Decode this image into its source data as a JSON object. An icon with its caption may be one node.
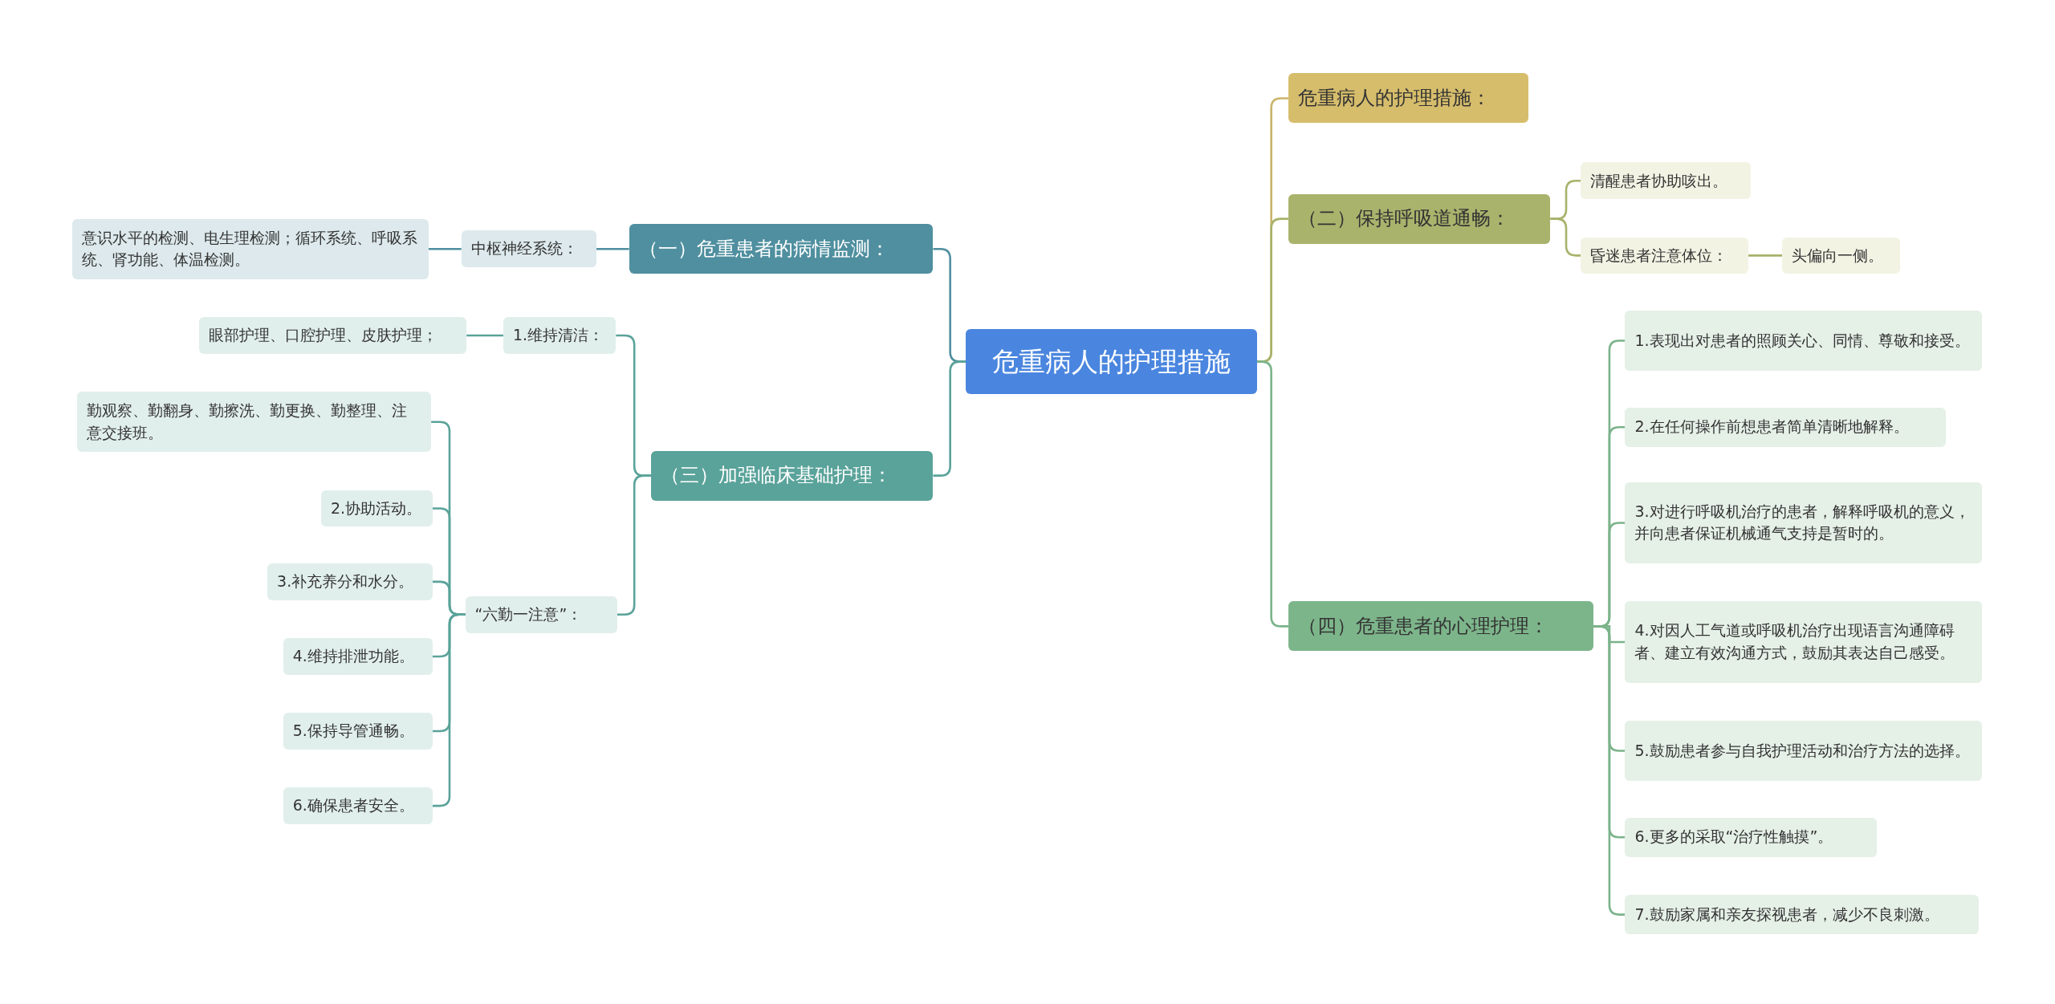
{
  "diagram": {
    "nodes": [
      {
        "text": [
          "危重病人的护理措施"
        ]
      },
      {
        "text": [
          "危重病人的护理措施："
        ]
      },
      {
        "text": [
          "（二）保持呼吸道通畅："
        ]
      },
      {
        "text": [
          "清醒患者协助咳出。"
        ]
      },
      {
        "text": [
          "昏迷患者注意体位："
        ]
      },
      {
        "text": [
          "头偏向一侧。"
        ]
      },
      {
        "text": [
          "（四）危重患者的心理护理："
        ]
      },
      {
        "text": [
          "1.表现出对患者的照顾关心、同情、尊敬和接受。"
        ]
      },
      {
        "text": [
          "2.在任何操作前想患者简单清晰地解释。"
        ]
      },
      {
        "text": [
          "3.对进行呼吸机治疗的患者，解释呼吸机的意义，并向患者保证机械通气支持是暂时的。"
        ]
      },
      {
        "text": [
          "4.对因人工气道或呼吸机治疗出现语言沟通障碍者、建立有效沟通方式，鼓励其表达自己感受。"
        ]
      },
      {
        "text": [
          "5.鼓励患者参与自我护理活动和治疗方法的选择。"
        ]
      },
      {
        "text": [
          "6.更多的采取“治疗性触摸”。"
        ]
      },
      {
        "text": [
          "7.鼓励家属和亲友探视患者，减少不良刺激。"
        ]
      },
      {
        "text": [
          "（一）危重患者的病情监测："
        ]
      },
      {
        "text": [
          "中枢神经系统："
        ]
      },
      {
        "text": [
          "意识水平的检测、电生理检测；循环系统、呼吸系统、肾功能、体温检测。"
        ]
      },
      {
        "text": [
          "（三）加强临床基础护理："
        ]
      },
      {
        "text": [
          "1.维持清洁："
        ]
      },
      {
        "text": [
          "眼部护理、口腔护理、皮肤护理；"
        ]
      },
      {
        "text": [
          "“六勤一注意”："
        ]
      },
      {
        "text": [
          "勤观察、勤翻身、勤擦洗、勤更换、勤整理、注意交接班。"
        ]
      },
      {
        "text": [
          "2.协助活动。"
        ]
      },
      {
        "text": [
          "3.补充养分和水分。"
        ]
      },
      {
        "text": [
          "4.维持排泄功能。"
        ]
      },
      {
        "text": [
          "5.保持导管通畅。"
        ]
      },
      {
        "text": [
          "6.确保患者安全。"
        ]
      }
    ],
    "edges": [
      {
        "from": 0,
        "to": 1,
        "arrow": "none",
        "color": "#c9b46a"
      },
      {
        "from": 0,
        "to": 2,
        "arrow": "none",
        "color": "#a8b26a"
      },
      {
        "from": 2,
        "to": 3,
        "arrow": "none",
        "color": "#a8b26a"
      },
      {
        "from": 2,
        "to": 4,
        "arrow": "none",
        "color": "#a8b26a"
      },
      {
        "from": 4,
        "to": 5,
        "arrow": "none",
        "color": "#a8b26a"
      },
      {
        "from": 0,
        "to": 6,
        "arrow": "none",
        "color": "#7bb38a"
      },
      {
        "from": 6,
        "to": 7,
        "arrow": "none",
        "color": "#7bb38a"
      },
      {
        "from": 6,
        "to": 8,
        "arrow": "none",
        "color": "#7bb38a"
      },
      {
        "from": 6,
        "to": 9,
        "arrow": "none",
        "color": "#7bb38a"
      },
      {
        "from": 6,
        "to": 10,
        "arrow": "none",
        "color": "#7bb38a"
      },
      {
        "from": 6,
        "to": 11,
        "arrow": "none",
        "color": "#7bb38a"
      },
      {
        "from": 6,
        "to": 12,
        "arrow": "none",
        "color": "#7bb38a"
      },
      {
        "from": 6,
        "to": 13,
        "arrow": "none",
        "color": "#7bb38a"
      },
      {
        "from": 0,
        "to": 14,
        "arrow": "none",
        "color": "#4f8f9f"
      },
      {
        "from": 14,
        "to": 15,
        "arrow": "none",
        "color": "#4f8f9f"
      },
      {
        "from": 15,
        "to": 16,
        "arrow": "none",
        "color": "#4f8f9f"
      },
      {
        "from": 0,
        "to": 17,
        "arrow": "none",
        "color": "#5aa39a"
      },
      {
        "from": 17,
        "to": 18,
        "arrow": "none",
        "color": "#5aa39a"
      },
      {
        "from": 18,
        "to": 19,
        "arrow": "none",
        "color": "#5aa39a"
      },
      {
        "from": 17,
        "to": 20,
        "arrow": "none",
        "color": "#5aa39a"
      },
      {
        "from": 20,
        "to": 21,
        "arrow": "none",
        "color": "#5aa39a"
      },
      {
        "from": 20,
        "to": 22,
        "arrow": "none",
        "color": "#5aa39a"
      },
      {
        "from": 20,
        "to": 23,
        "arrow": "none",
        "color": "#5aa39a"
      },
      {
        "from": 20,
        "to": 24,
        "arrow": "none",
        "color": "#5aa39a"
      },
      {
        "from": 20,
        "to": 25,
        "arrow": "none",
        "color": "#5aa39a"
      },
      {
        "from": 20,
        "to": 26,
        "arrow": "none",
        "color": "#5aa39a"
      }
    ]
  }
}
